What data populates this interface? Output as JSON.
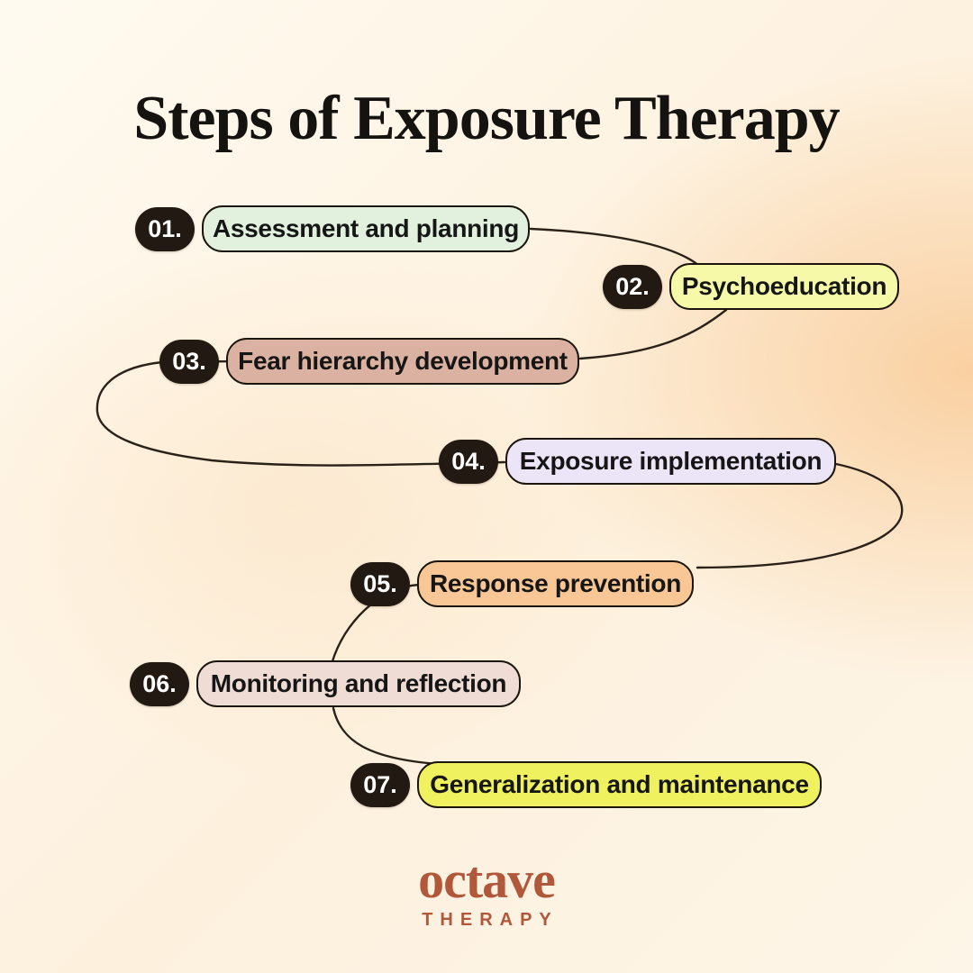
{
  "title": "Steps of Exposure Therapy",
  "steps": [
    {
      "number": "01.",
      "label": "Assessment and planning",
      "pill_color": "#e1f1de"
    },
    {
      "number": "02.",
      "label": "Psychoeducation",
      "pill_color": "#f6f9a7"
    },
    {
      "number": "03.",
      "label": "Fear hierarchy development",
      "pill_color": "#dbb2a1"
    },
    {
      "number": "04.",
      "label": "Exposure implementation",
      "pill_color": "#ece5f7"
    },
    {
      "number": "05.",
      "label": "Response prevention",
      "pill_color": "#f8c795"
    },
    {
      "number": "06.",
      "label": "Monitoring and reflection",
      "pill_color": "#eedcd5"
    },
    {
      "number": "07.",
      "label": "Generalization and maintenance",
      "pill_color": "#eff25e"
    }
  ],
  "colors": {
    "badge_background": "#221a12",
    "badge_text": "#ffffff",
    "connector_line": "#2a2118",
    "logo_accent": "#b2583a"
  },
  "logo": {
    "name": "octave",
    "tagline": "THERAPY"
  }
}
